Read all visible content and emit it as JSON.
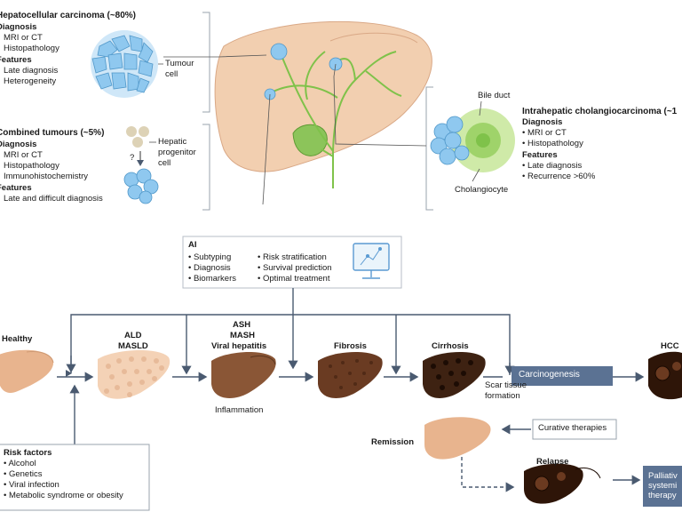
{
  "hcc": {
    "title": "Hepatocellular carcinoma (~80%)",
    "diag_h": "Diagnosis",
    "diag": [
      "MRI or CT",
      "Histopathology"
    ],
    "feat_h": "Features",
    "feat": [
      "Late diagnosis",
      "Heterogeneity"
    ],
    "cell_label": "Tumour\ncell"
  },
  "combined": {
    "title": "Combined tumours (~5%)",
    "diag_h": "Diagnosis",
    "diag": [
      "MRI or CT",
      "Histopathology",
      "Immunohistochemistry"
    ],
    "feat_h": "Features",
    "feat": [
      "Late and difficult diagnosis"
    ],
    "cell_label": "Hepatic\nprogenitor\ncell",
    "question": "?"
  },
  "icc": {
    "title": "Intrahepatic cholangiocarcinoma (~1",
    "diag_h": "Diagnosis",
    "diag": [
      "MRI or CT",
      "Histopathology"
    ],
    "feat_h": "Features",
    "feat": [
      "Late diagnosis",
      "Recurrence >60%"
    ],
    "bile_duct": "Bile duct",
    "cholangiocyte": "Cholangiocyte"
  },
  "ai": {
    "title": "AI",
    "col1": [
      "Subtyping",
      "Diagnosis",
      "Biomarkers"
    ],
    "col2": [
      "Risk stratification",
      "Survival prediction",
      "Optimal treatment"
    ]
  },
  "stages": {
    "healthy": "Healthy",
    "ald": "ALD",
    "masld": "MASLD",
    "ash": "ASH",
    "mash": "MASH",
    "viral": "Viral hepatitis",
    "fibrosis": "Fibrosis",
    "cirrhosis": "Cirrhosis",
    "hcc": "HCC",
    "inflammation": "Inflammation",
    "scar": "Scar tissue\nformation",
    "carcinogenesis": "Carcinogenesis",
    "curative": "Curative therapies",
    "remission": "Remission",
    "relapse": "Relapse",
    "palliative": "Palliativ\nsystemi\ntherapy"
  },
  "risk": {
    "title": "Risk factors",
    "items": [
      "Alcohol",
      "Genetics",
      "Viral infection",
      "Metabolic syndrome or obesity"
    ]
  },
  "colors": {
    "liver_healthy": "#e8b48e",
    "liver_brown": "#7a4b2d",
    "liver_dark": "#4a2a18",
    "cells_blue": "#8fc8ef",
    "green": "#7fc24a",
    "arrow": "#4a5a70",
    "carcino_box": "#5b7293"
  }
}
